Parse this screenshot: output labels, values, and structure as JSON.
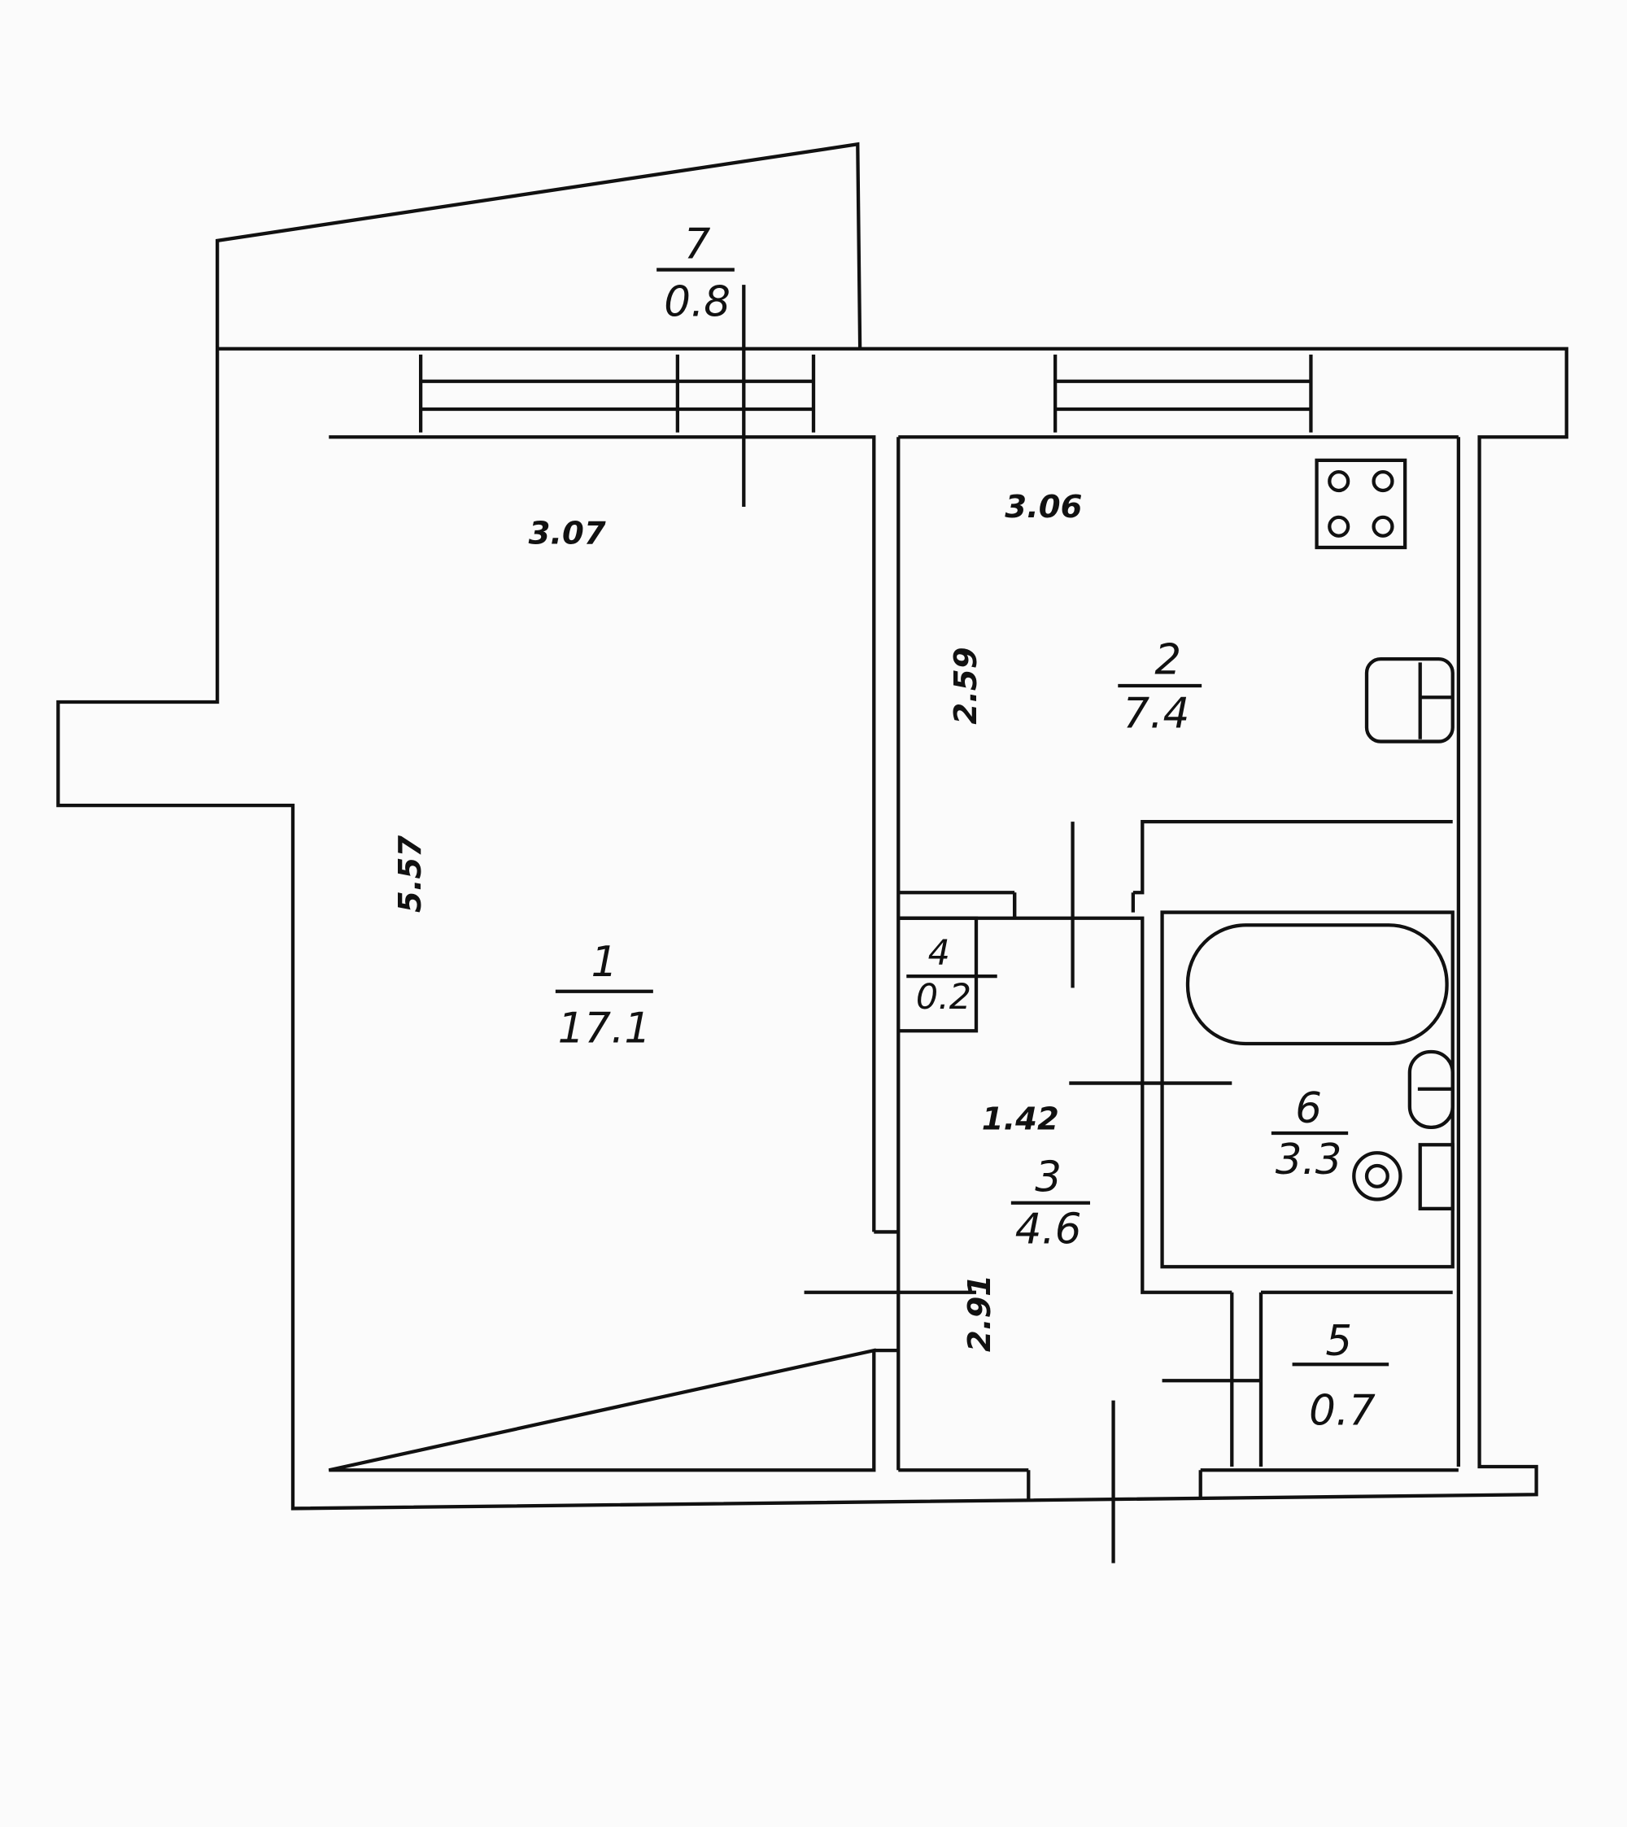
{
  "rooms": [
    {
      "number": "1",
      "area": "17.1"
    },
    {
      "number": "2",
      "area": "7.4"
    },
    {
      "number": "3",
      "area": "4.6"
    },
    {
      "number": "4",
      "area": "0.2"
    },
    {
      "number": "5",
      "area": "0.7"
    },
    {
      "number": "6",
      "area": "3.3"
    },
    {
      "number": "7",
      "area": "0.8"
    }
  ],
  "dimensions": {
    "room1_width": "3.07",
    "room1_length": "5.57",
    "room2_width": "3.06",
    "room2_length": "2.59",
    "room3_width": "1.42",
    "room3_length": "2.91"
  }
}
